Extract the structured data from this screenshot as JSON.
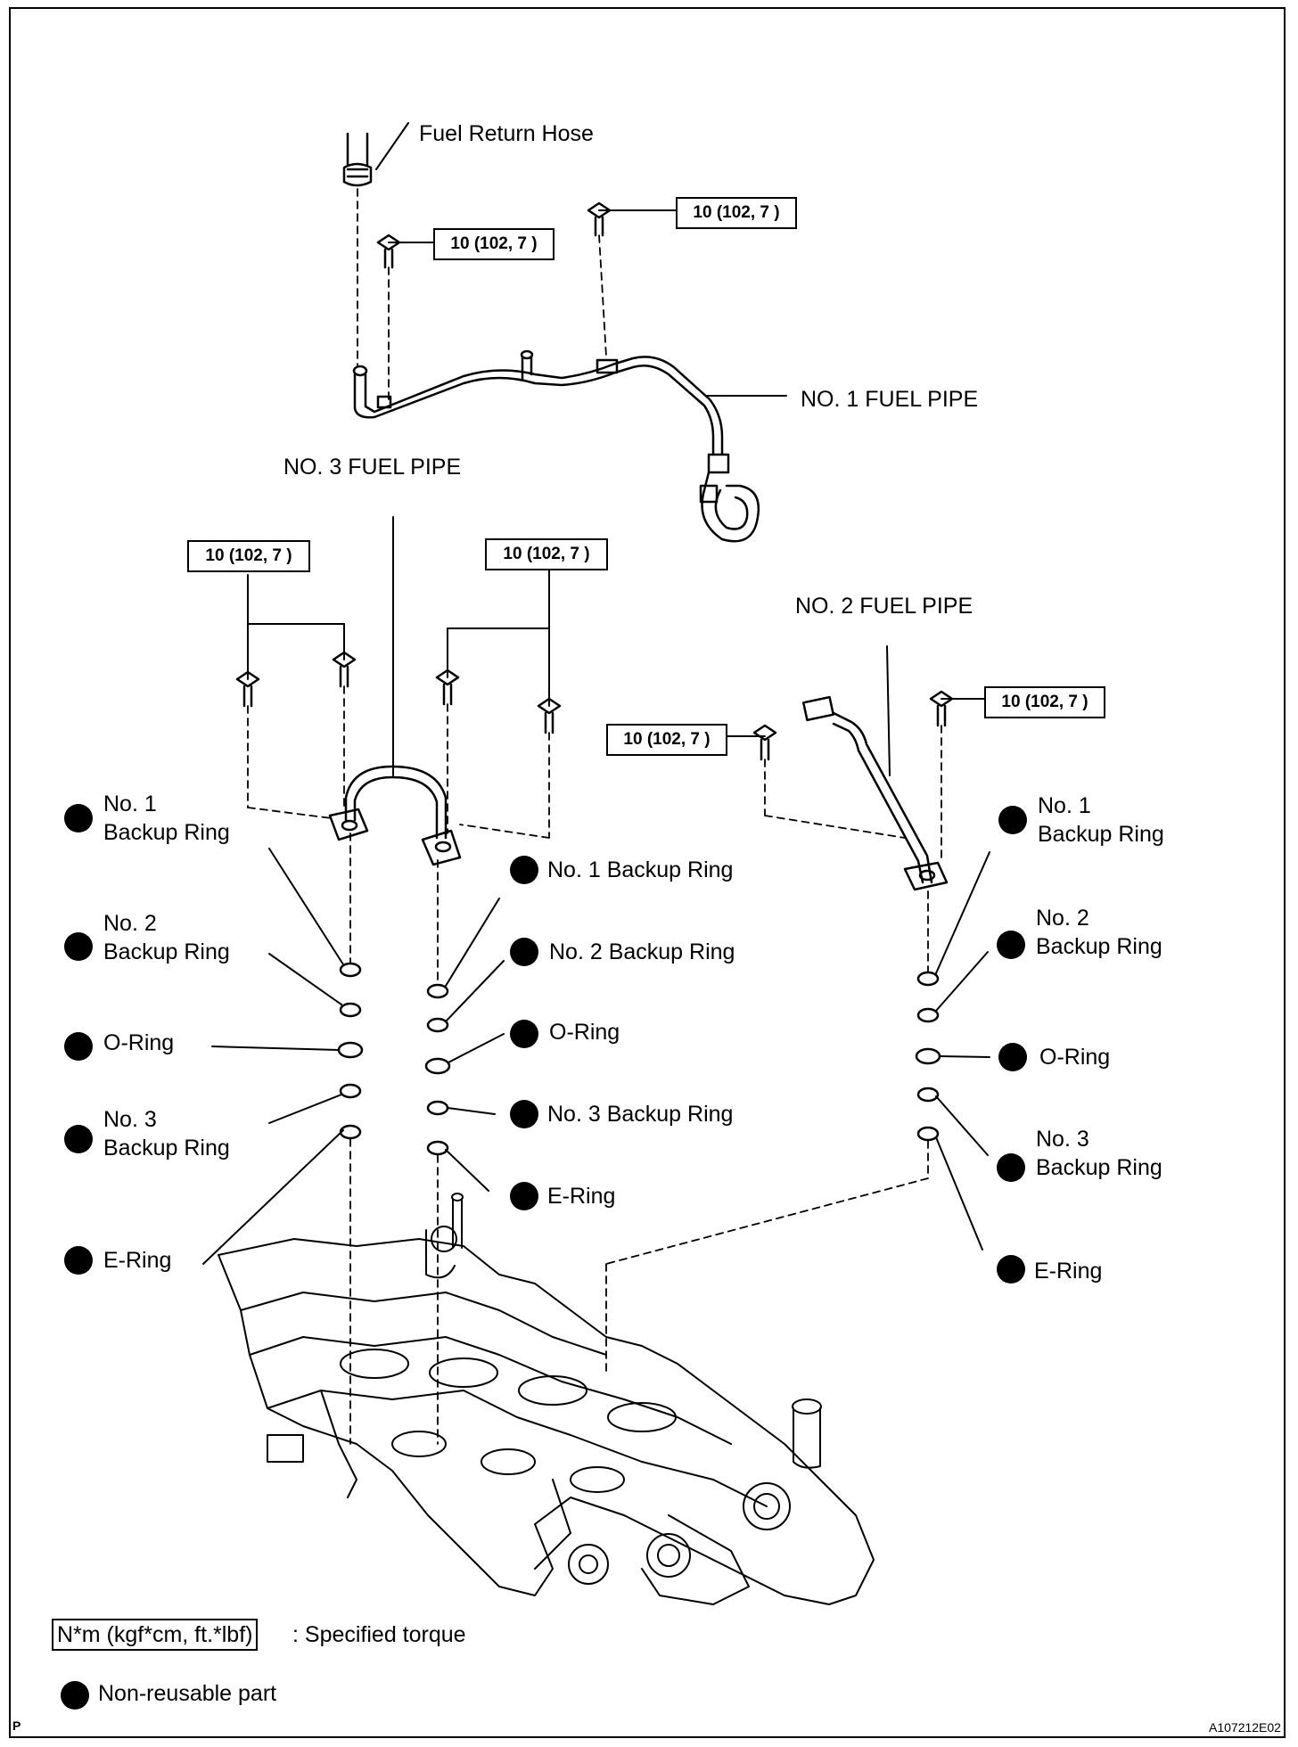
{
  "title_labels": {
    "fuel_return_hose": "Fuel Return Hose",
    "no1_fuel_pipe": "NO. 1 FUEL PIPE",
    "no2_fuel_pipe": "NO. 2 FUEL PIPE",
    "no3_fuel_pipe": "NO. 3 FUEL PIPE"
  },
  "torque_value": "10 (102, 7 )",
  "rings": {
    "no1_backup_two_line": [
      "No. 1",
      "Backup Ring"
    ],
    "no2_backup_two_line": [
      "No. 2",
      "Backup Ring"
    ],
    "no3_backup_two_line": [
      "No. 3",
      "Backup Ring"
    ],
    "no1_backup": "No. 1 Backup Ring",
    "no2_backup": "No. 2 Backup Ring",
    "no3_backup": "No. 3 Backup Ring",
    "o_ring": "O-Ring",
    "e_ring": "E-Ring"
  },
  "legend": {
    "torque_unit": "N*m (kgf*cm, ft.*lbf)",
    "torque_desc": ": Specified torque",
    "non_reusable": "Non-reusable part"
  },
  "corner_left": "P",
  "figure_code": "A107212E02",
  "icons": [
    "bolt-icon",
    "ring-icon",
    "non-reusable-dot-icon"
  ],
  "colors": {
    "ink": "#000000",
    "paper": "#ffffff"
  }
}
